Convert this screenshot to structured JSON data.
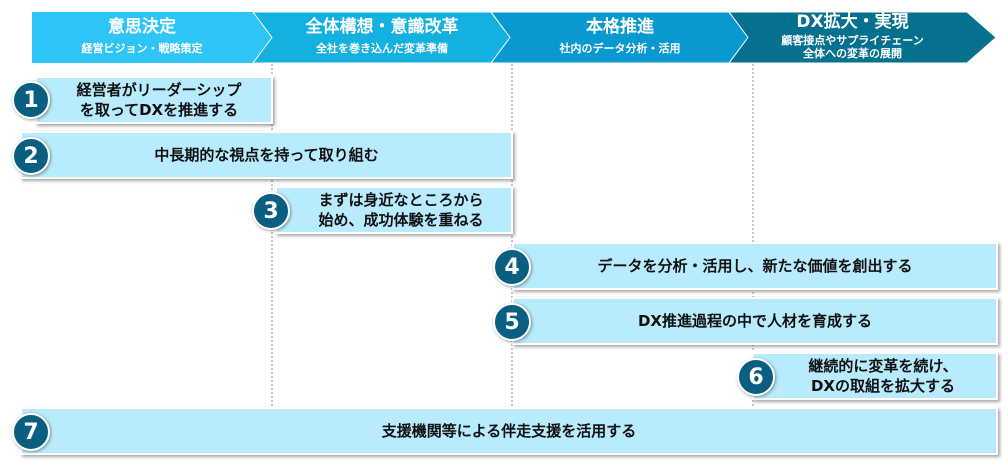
{
  "stages": [
    {
      "title": "意思決定",
      "sub": "経営ビジョン・戦略策定",
      "color": "#2ec5f6"
    },
    {
      "title": "全体構想・意識改革",
      "sub": "全社を巻き込んだ変革準備",
      "color": "#14b0e0"
    },
    {
      "title": "本格推進",
      "sub": "社内のデータ分析・活用",
      "color": "#0998d0"
    },
    {
      "title": "DX拡大・実現",
      "sub": "顧客接点やサプライチェーン",
      "sub2": "全体への変革の展開",
      "color": "#06708f"
    }
  ],
  "items": [
    {
      "num": "1",
      "line1": "経営者がリーダーシップ",
      "line2": "を取ってDXを推進する"
    },
    {
      "num": "2",
      "line1": "中長期的な視点を持って取り組む"
    },
    {
      "num": "3",
      "line1": "まずは身近なところから",
      "line2": "始め、成功体験を重ねる"
    },
    {
      "num": "4",
      "line1": "データを分析・活用し、新たな価値を創出する"
    },
    {
      "num": "5",
      "line1": "DX推進過程の中で人材を育成する"
    },
    {
      "num": "6",
      "line1": "継続的に変革を続け、",
      "line2": "DXの取組を拡大する"
    },
    {
      "num": "7",
      "line1": "支援機関等による伴走支援を活用する"
    }
  ]
}
